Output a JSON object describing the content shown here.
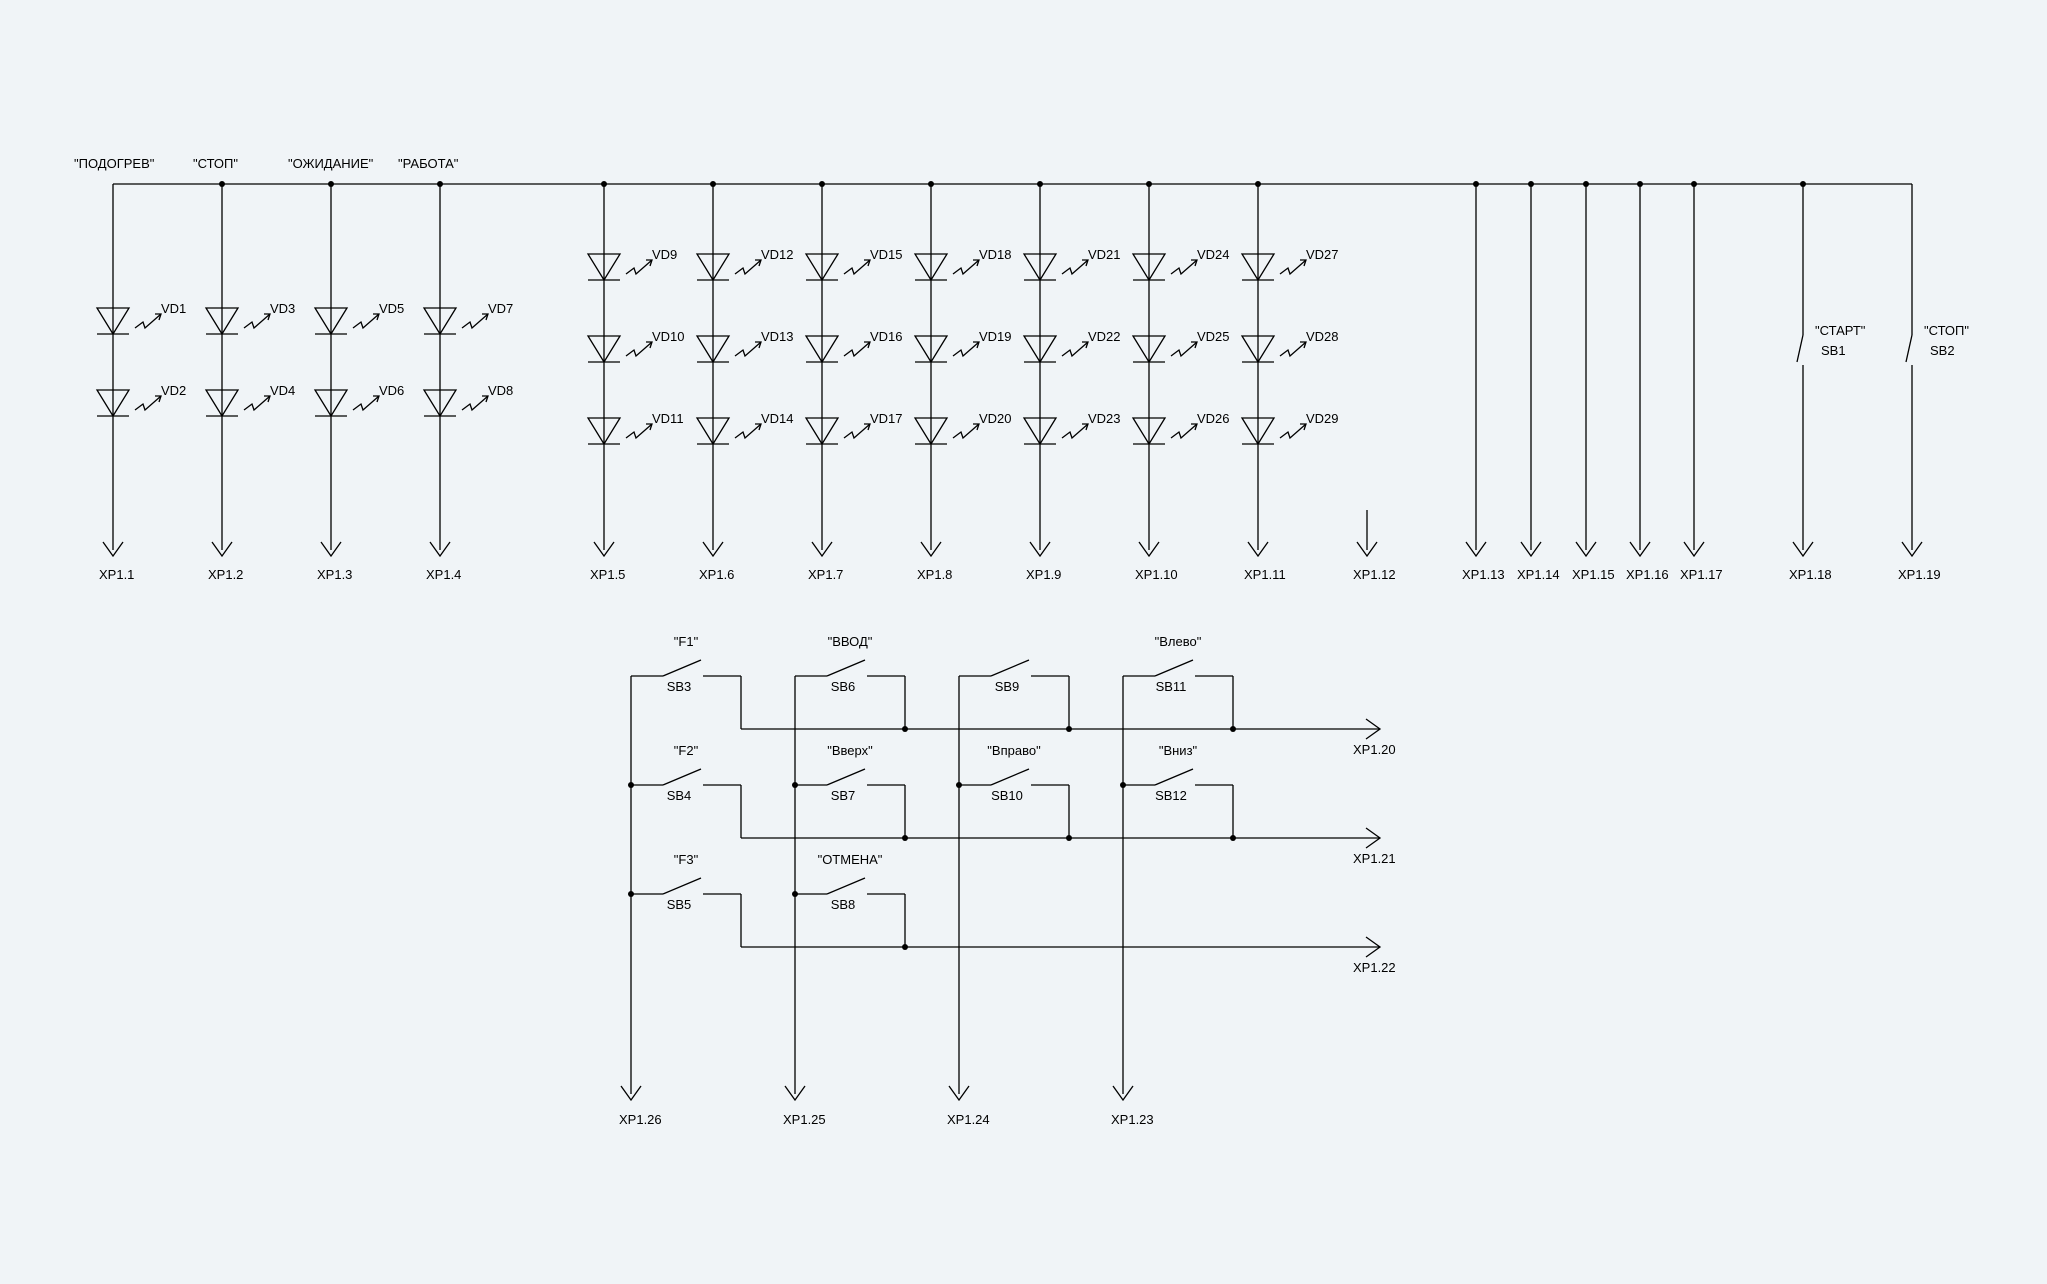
{
  "top_labels": [
    "\"ПОДОГРЕВ\"",
    "\"СТОП\"",
    "\"ОЖИДАНИЕ\"",
    "\"РАБОТА\""
  ],
  "led_rows_left": [
    [
      "VD1",
      "VD3",
      "VD5",
      "VD7"
    ],
    [
      "VD2",
      "VD4",
      "VD6",
      "VD8"
    ]
  ],
  "led_rows_right": [
    [
      "VD9",
      "VD12",
      "VD15",
      "VD18",
      "VD21",
      "VD24",
      "VD27"
    ],
    [
      "VD10",
      "VD13",
      "VD16",
      "VD19",
      "VD22",
      "VD25",
      "VD28"
    ],
    [
      "VD11",
      "VD14",
      "VD17",
      "VD20",
      "VD23",
      "VD26",
      "VD29"
    ]
  ],
  "pins_top": [
    "XP1.1",
    "XP1.2",
    "XP1.3",
    "XP1.4",
    "XP1.5",
    "XP1.6",
    "XP1.7",
    "XP1.8",
    "XP1.9",
    "XP1.10",
    "XP1.11",
    "XP1.12",
    "XP1.13",
    "XP1.14",
    "XP1.15",
    "XP1.16",
    "XP1.17",
    "XP1.18",
    "XP1.19"
  ],
  "top_switches": [
    {
      "label": "\"СТАРТ\"",
      "id": "SB1"
    },
    {
      "label": "\"СТОП\"",
      "id": "SB2"
    }
  ],
  "keypad": [
    [
      {
        "label": "\"F1\"",
        "id": "SB3"
      },
      {
        "label": "\"ВВОД\"",
        "id": "SB6"
      },
      {
        "label": "",
        "id": "SB9"
      },
      {
        "label": "\"Влево\"",
        "id": "SB11"
      }
    ],
    [
      {
        "label": "\"F2\"",
        "id": "SB4"
      },
      {
        "label": "\"Вверх\"",
        "id": "SB7"
      },
      {
        "label": "\"Вправо\"",
        "id": "SB10"
      },
      {
        "label": "\"Вниз\"",
        "id": "SB12"
      }
    ],
    [
      {
        "label": "\"F3\"",
        "id": "SB5"
      },
      {
        "label": "\"ОТМЕНА\"",
        "id": "SB8"
      }
    ]
  ],
  "row_pins": [
    "XP1.20",
    "XP1.21",
    "XP1.22"
  ],
  "col_pins": [
    "XP1.26",
    "XP1.25",
    "XP1.24",
    "XP1.23"
  ]
}
